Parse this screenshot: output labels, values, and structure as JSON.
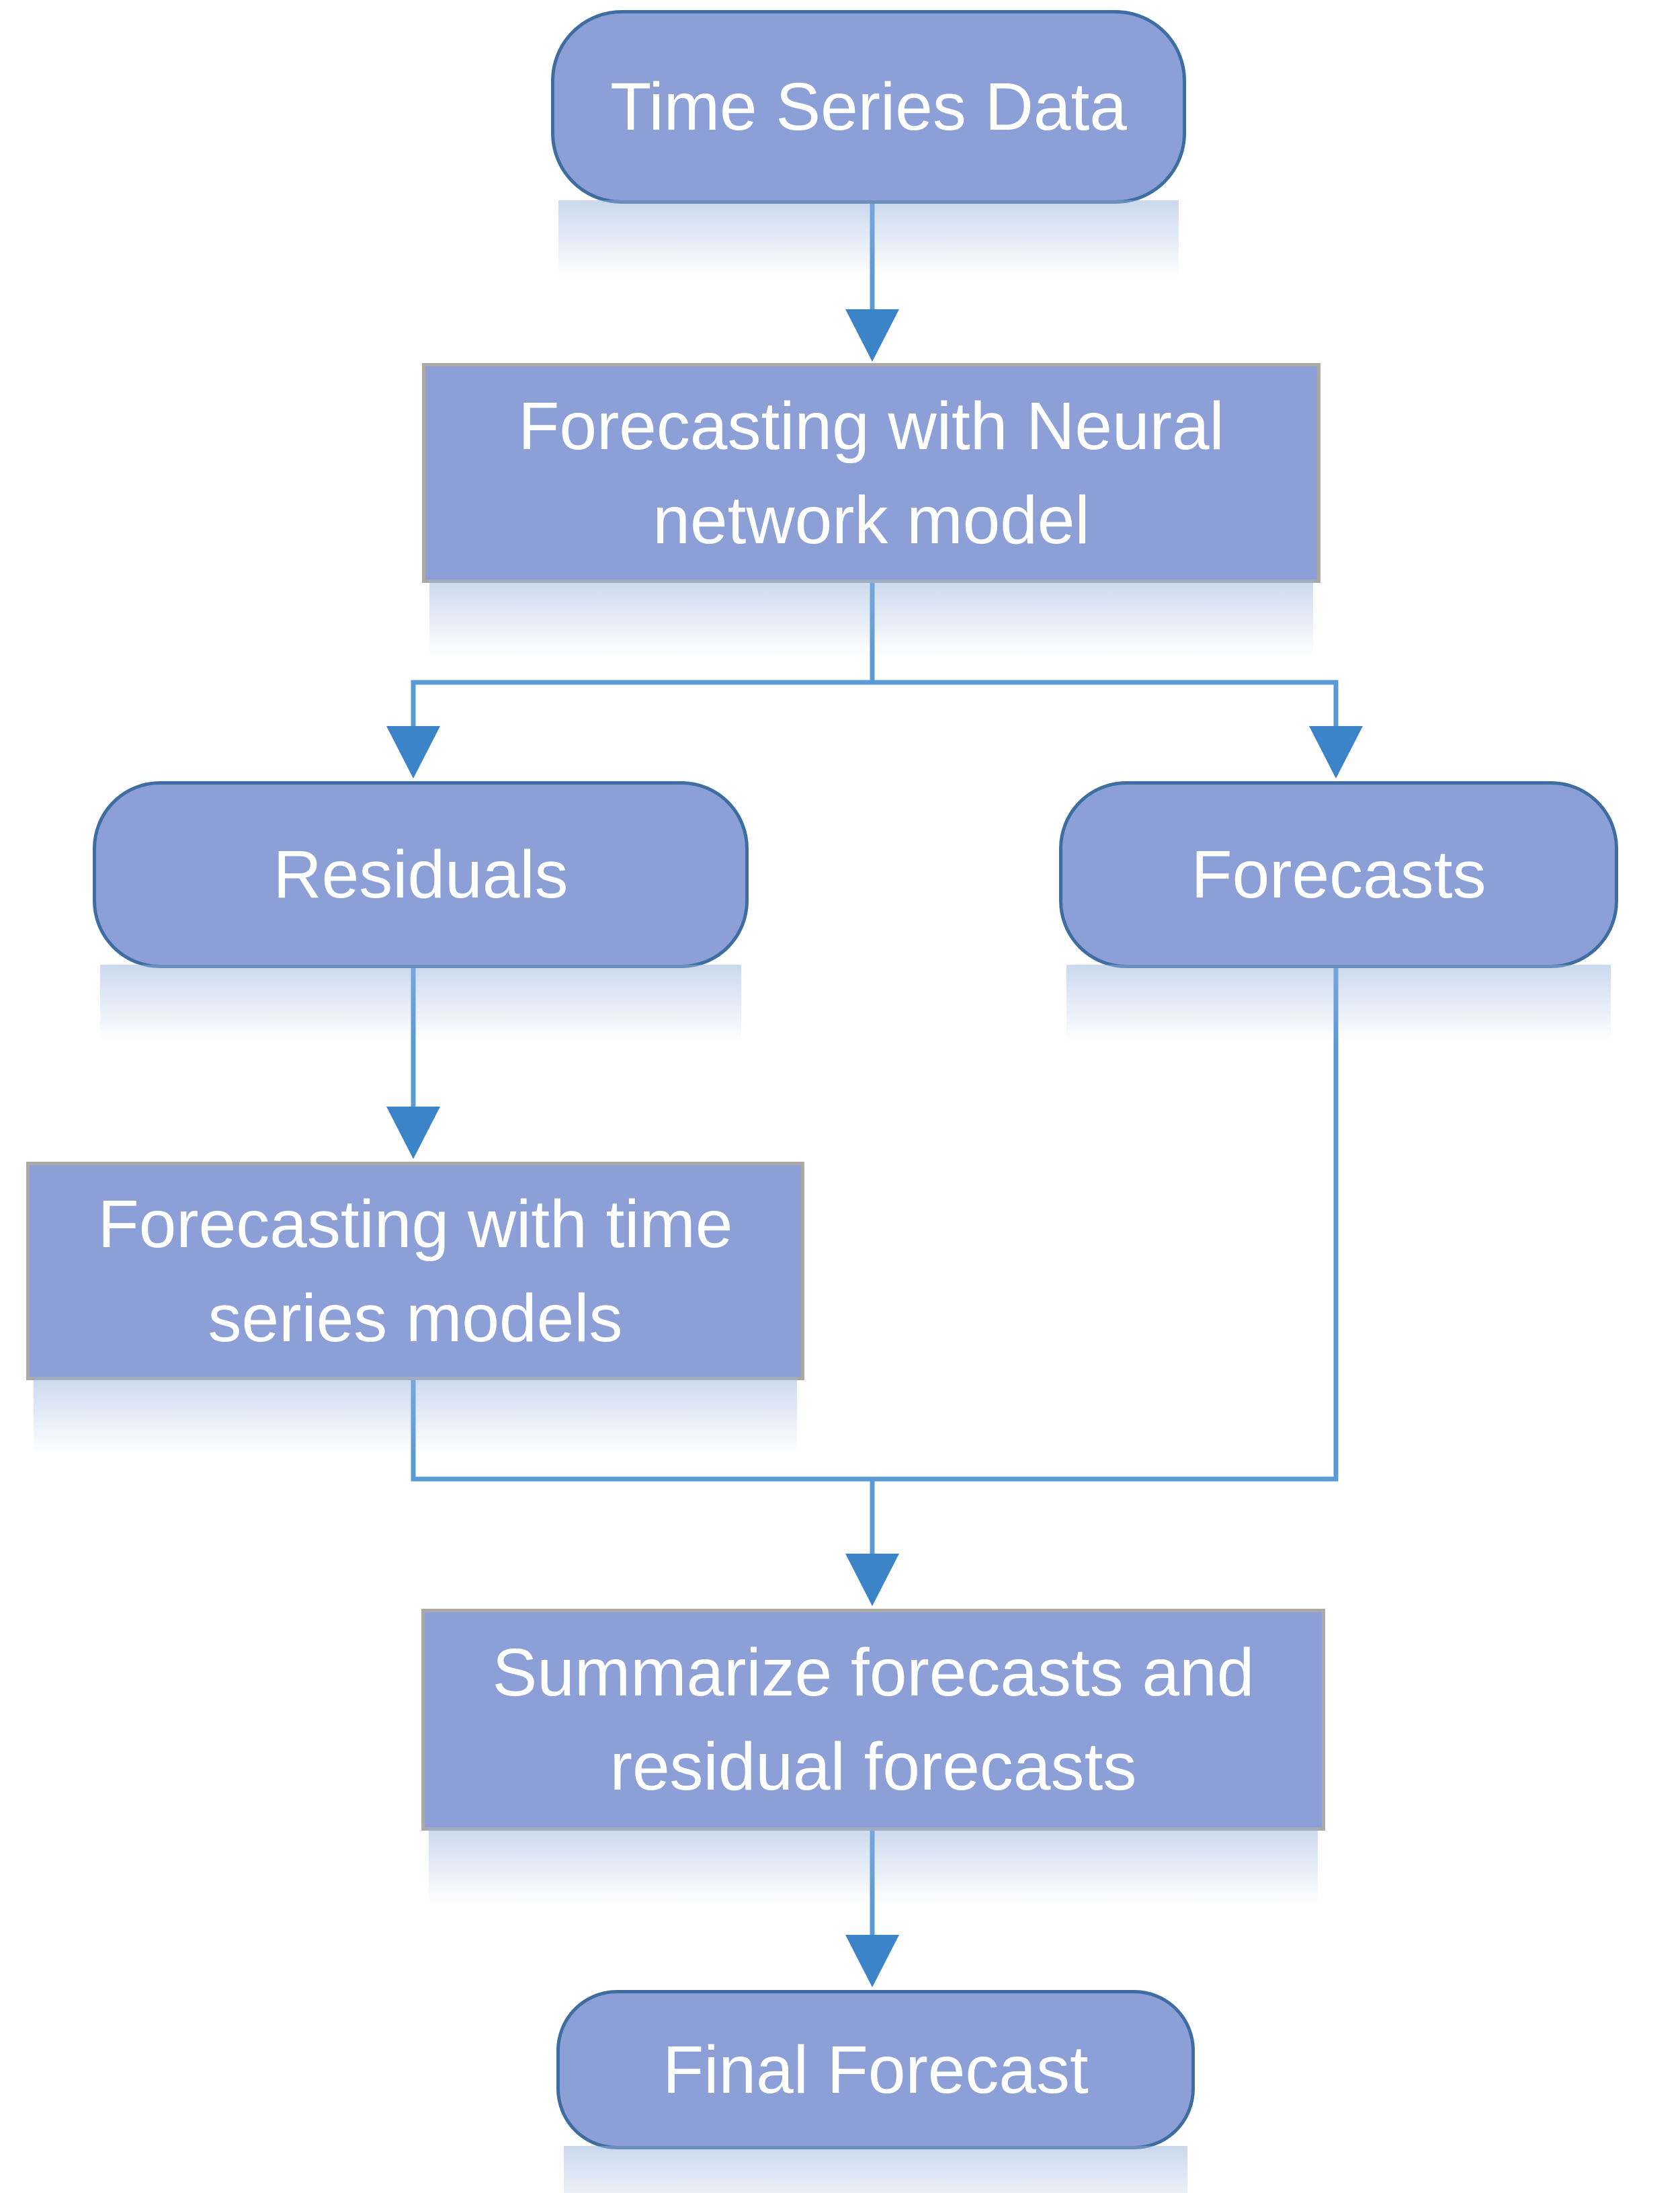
{
  "colors": {
    "background": "#FFFFFF",
    "node_fill": "#8C9FD6",
    "node_text": "#FFFFFF",
    "pill_border": "#3E6DA1",
    "rect_border": "#ACA9A5",
    "connector_line": "#5B9BD5",
    "arrowhead": "#3C84C8",
    "glow": "rgba(150,178,222,0.5)"
  },
  "nodes": {
    "time_series_data": {
      "shape": "rounded",
      "label": "Time Series Data"
    },
    "nn_forecast": {
      "shape": "rectangle",
      "label": "Forecasting with Neural network model",
      "line1": "Forecasting with Neural",
      "line2": "network model"
    },
    "residuals": {
      "shape": "rounded",
      "label": "Residuals"
    },
    "forecasts": {
      "shape": "rounded",
      "label": "Forecasts"
    },
    "ts_forecast": {
      "shape": "rectangle",
      "label": "Forecasting with time series models",
      "line1": "Forecasting with time",
      "line2": "series models"
    },
    "summarize": {
      "shape": "rectangle",
      "label": "Summarize forecasts and residual forecasts",
      "line1": "Summarize forecasts and",
      "line2": "residual forecasts"
    },
    "final_forecast": {
      "shape": "rounded",
      "label": "Final Forecast"
    }
  },
  "edges": [
    {
      "from": "time_series_data",
      "to": "nn_forecast"
    },
    {
      "from": "nn_forecast",
      "to": "residuals"
    },
    {
      "from": "nn_forecast",
      "to": "forecasts"
    },
    {
      "from": "residuals",
      "to": "ts_forecast"
    },
    {
      "from": "ts_forecast",
      "to": "summarize"
    },
    {
      "from": "forecasts",
      "to": "summarize"
    },
    {
      "from": "summarize",
      "to": "final_forecast"
    }
  ]
}
